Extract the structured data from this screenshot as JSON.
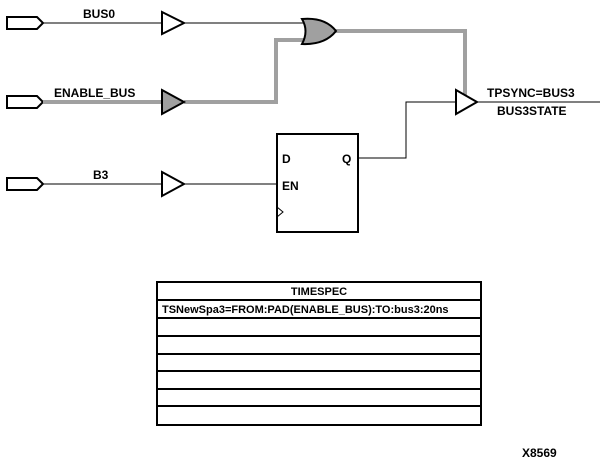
{
  "diagram": {
    "colors": {
      "line": "#000000",
      "highlight": "#a0a0a0",
      "fill_highlight": "#a0a0a0",
      "background": "#ffffff"
    },
    "inputs": [
      {
        "label": "BUS0"
      },
      {
        "label": "ENABLE_BUS",
        "highlighted": true
      },
      {
        "label": "B3"
      }
    ],
    "flipflop": {
      "pins": {
        "d": "D",
        "en": "EN",
        "q": "Q"
      }
    },
    "output": {
      "label_top": "TPSYNC=BUS3",
      "label_bottom": "BUS3STATE"
    },
    "timespec": {
      "header": "TIMESPEC",
      "rows": [
        "TSNewSpa3=FROM:PAD(ENABLE_BUS):TO:bus3:20ns",
        "",
        "",
        "",
        "",
        ""
      ]
    },
    "figure_id": "X8569"
  }
}
